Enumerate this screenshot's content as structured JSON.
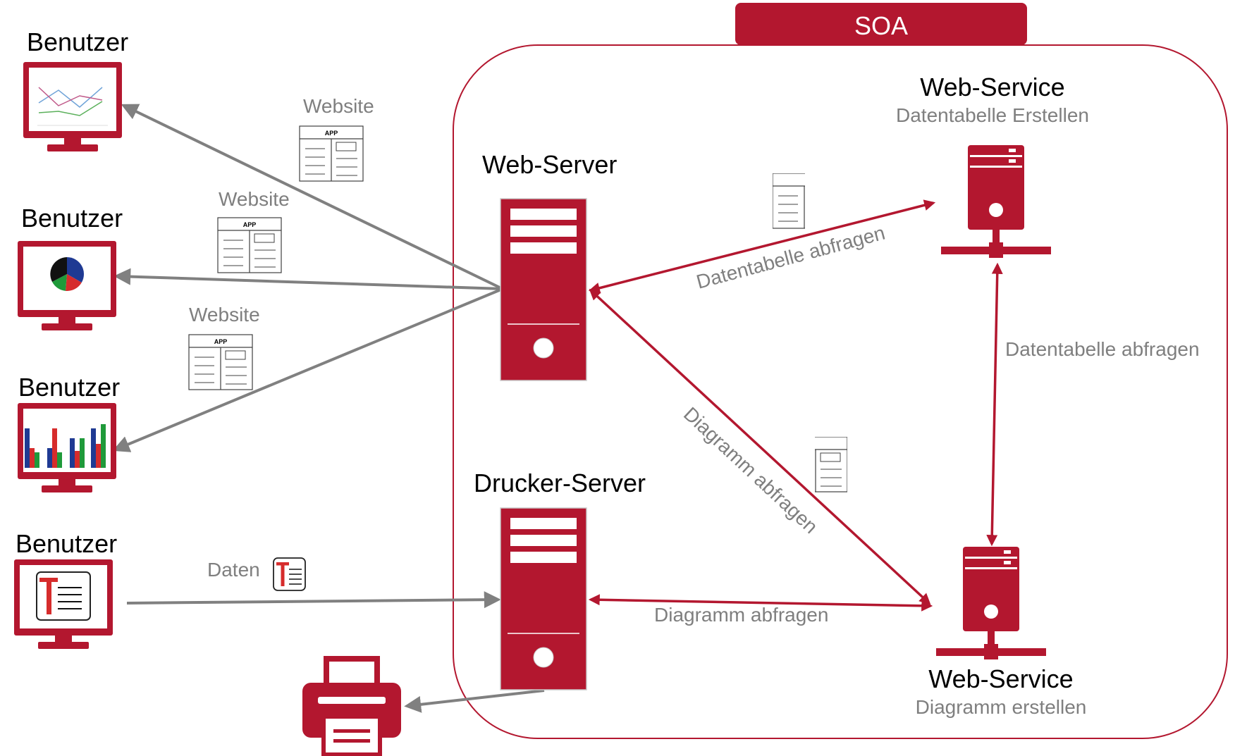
{
  "colors": {
    "accent": "#b3172f",
    "arrow_gray": "#808080",
    "label_gray": "#7f7f7f",
    "text": "#000000",
    "background": "#ffffff"
  },
  "soa": {
    "label": "SOA"
  },
  "users": [
    {
      "label": "Benutzer",
      "screen": "line-chart"
    },
    {
      "label": "Benutzer",
      "screen": "pie-chart"
    },
    {
      "label": "Benutzer",
      "screen": "bar-chart"
    },
    {
      "label": "Benutzer",
      "screen": "text-document"
    }
  ],
  "doc_icon": {
    "label": "APP"
  },
  "web_server": {
    "label": "Web-Server"
  },
  "print_server": {
    "label": "Drucker-Server"
  },
  "service_table": {
    "title": "Web-Service",
    "subtitle": "Datentabelle Erstellen"
  },
  "service_chart": {
    "title": "Web-Service",
    "subtitle": "Diagramm erstellen"
  },
  "edges": {
    "website_1": "Website",
    "website_2": "Website",
    "website_3": "Website",
    "data_input": "Daten",
    "query_table_1": "Datentabelle abfragen",
    "query_table_2": "Datentabelle abfragen",
    "query_chart_1": "Diagramm abfragen",
    "query_chart_2": "Diagramm abfragen"
  },
  "printer": {
    "icon": "printer-icon"
  }
}
